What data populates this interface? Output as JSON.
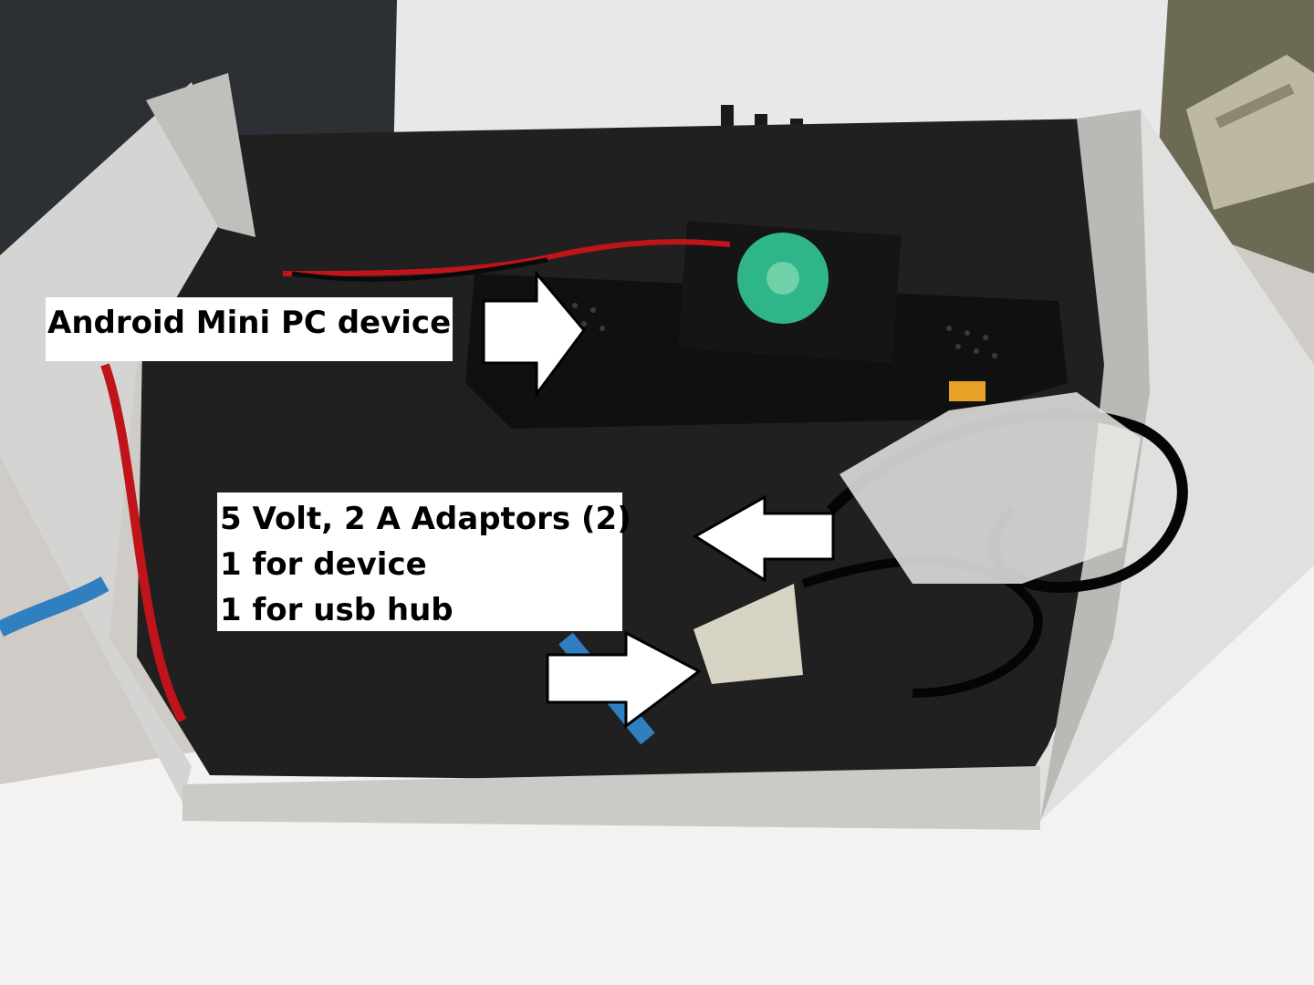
{
  "annotations": {
    "device_label": "Android Mini PC device",
    "adaptor_label": {
      "lines": [
        "5 Volt, 2 A Adaptors (2)",
        "1 for device",
        "1 for usb hub"
      ]
    }
  },
  "colors": {
    "annotation_background": "#ffffff",
    "annotation_text": "#000000",
    "enclosure": "#d8d8d6",
    "device_body": "#151515",
    "wire_red": "#c0141a",
    "fan_label": "#2fb58a",
    "usb_cable_blue": "#2f7fc1"
  },
  "icons": [
    "right-arrow-icon",
    "left-arrow-icon",
    "right-arrow-icon"
  ]
}
